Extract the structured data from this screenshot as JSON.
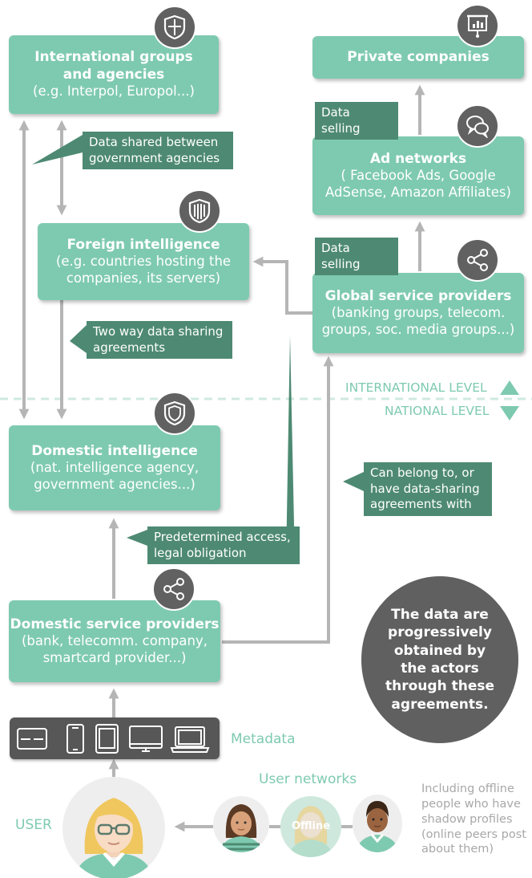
{
  "boxes": {
    "international": {
      "title": "International groups and agencies",
      "sub": "(e.g. Interpol, Europol...)"
    },
    "private": {
      "title": "Private companies"
    },
    "ad_networks": {
      "title": "Ad networks",
      "sub": "( Facebook Ads, Google AdSense, Amazon Affiliates)"
    },
    "foreign": {
      "title": "Foreign intelligence",
      "sub": "(e.g. countries hosting the companies, its servers)"
    },
    "global": {
      "title": "Global service providers",
      "sub": "(banking groups, telecom. groups, soc. media groups...)"
    },
    "domestic_intel": {
      "title": "Domestic intelligence",
      "sub": "(nat. intelligence agency, government agencies...)"
    },
    "domestic_sp": {
      "title": "Domestic service providers",
      "sub": "(bank, telecomm. company, smartcard provider...)"
    }
  },
  "notes": {
    "data_selling_top": "Data selling",
    "data_selling_mid": "Data selling",
    "gov_shared": "Data shared between government agencies",
    "two_way": "Two way data sharing agreements",
    "can_belong": "Can belong to, or have data-sharing agreements with",
    "predetermined": "Predetermined access, legal obligation"
  },
  "levels": {
    "international": "INTERNATIONAL LEVEL",
    "national": "NATIONAL LEVEL"
  },
  "labels": {
    "metadata": "Metadata",
    "user_networks": "User networks",
    "user": "USER",
    "offline": "Offline"
  },
  "circle_text": "The data are progressively obtained by the actors through these agreements.",
  "offline_note": "Including offline people who have shadow profiles (online peers post about them)",
  "icons": [
    "shield-icon",
    "presentation-board-icon",
    "chat-bubbles-icon",
    "shield-stripes-icon",
    "share-icon",
    "shield-icon",
    "share-icon",
    "credit-card-icon",
    "smartphone-icon",
    "tablet-icon",
    "monitor-icon",
    "laptop-icon"
  ],
  "colors": {
    "box": "#7ecab0",
    "note": "#4e8a73",
    "badge": "#616161",
    "arrow": "#b5b5b5",
    "level": "#7ecab0",
    "circle": "#606060"
  }
}
